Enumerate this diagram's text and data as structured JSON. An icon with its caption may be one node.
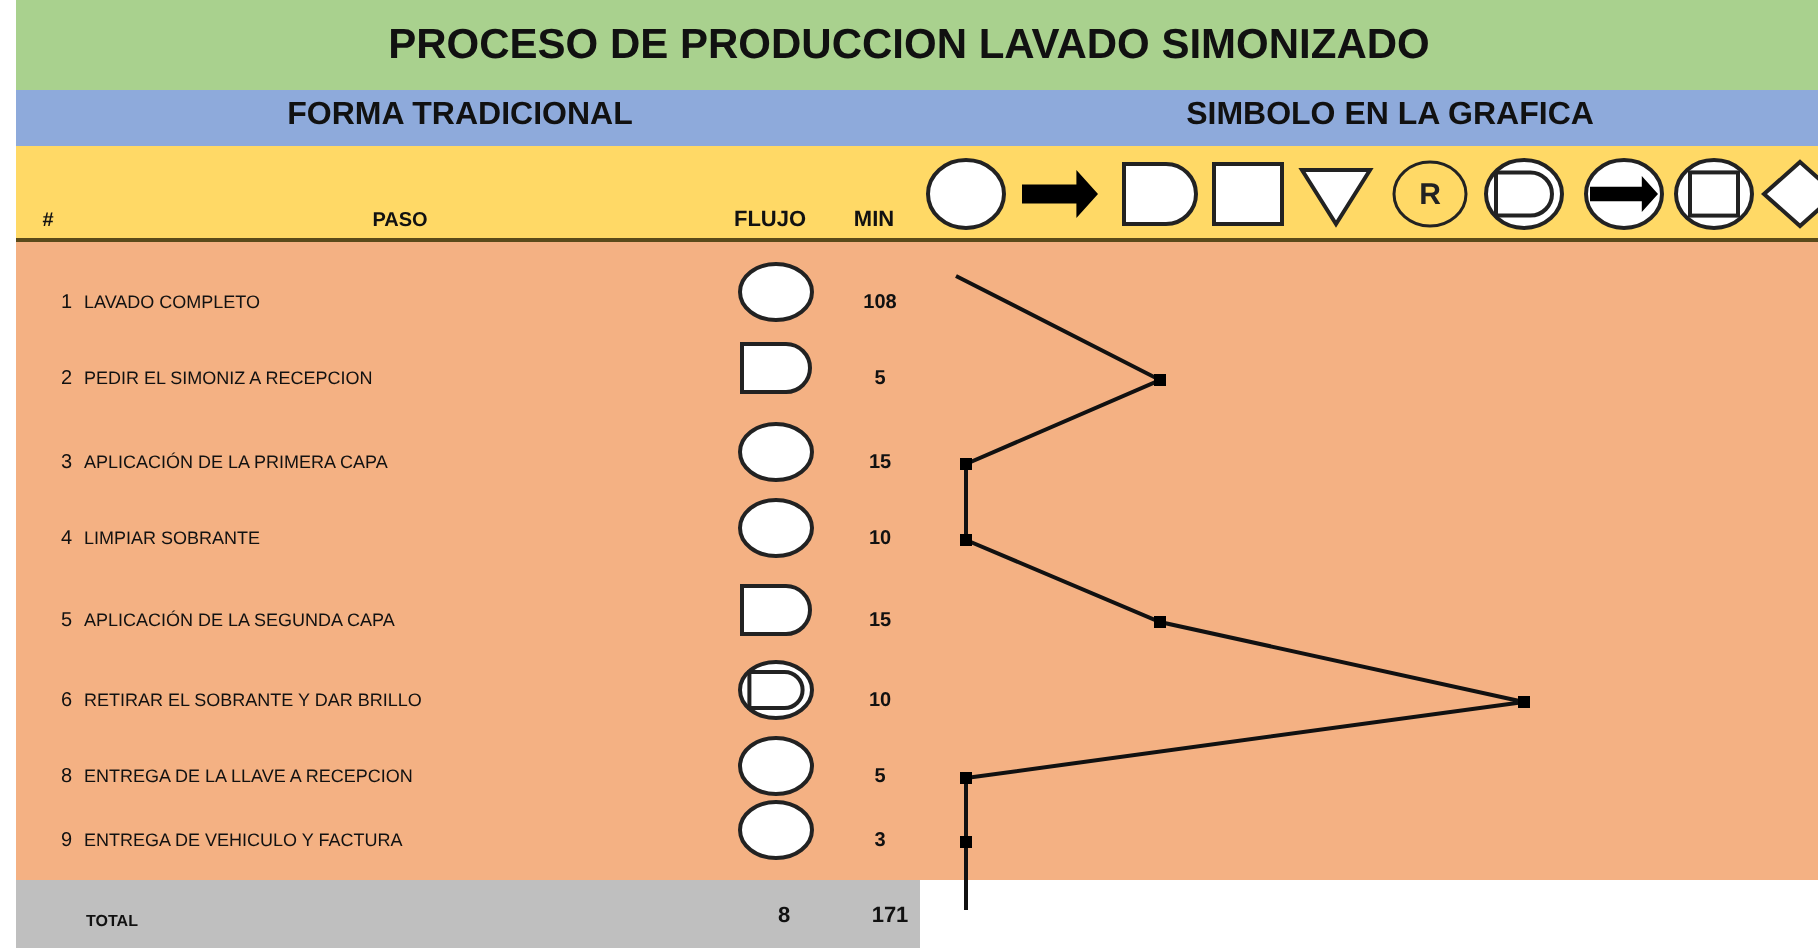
{
  "diagram": {
    "title": "PROCESO DE PRODUCCION LAVADO SIMONIZADO",
    "nodes": [
      {
        "text": [],
        "shape": "circle"
      },
      {
        "text": [],
        "shape": "arrow"
      },
      {
        "text": [],
        "shape": "delay"
      },
      {
        "text": [],
        "shape": "box"
      },
      {
        "text": [],
        "shape": "triangle"
      },
      {
        "text": [
          "R"
        ]
      },
      {
        "text": [],
        "shape": "delay-circle"
      },
      {
        "text": [],
        "shape": "arrow-circle"
      },
      {
        "text": [],
        "shape": "box-circle"
      },
      {
        "text": [],
        "shape": "diamond"
      },
      {
        "text": [],
        "shape": "circle"
      },
      {
        "text": [],
        "shape": "delay"
      },
      {
        "text": [],
        "shape": "circle"
      },
      {
        "text": [],
        "shape": "circle"
      },
      {
        "text": [],
        "shape": "delay"
      },
      {
        "text": [],
        "shape": "delay-circle"
      },
      {
        "text": [],
        "shape": "circle"
      },
      {
        "text": [],
        "shape": "circle"
      }
    ],
    "labels": [
      "FORMA TRADICIONAL",
      "SIMBOLO EN LA GRAFICA",
      "#",
      "PASO",
      "FLUJO",
      "MIN",
      "1",
      "LAVADO COMPLETO",
      "108",
      "2",
      "PEDIR EL SIMONIZ A RECEPCION",
      "5",
      "3",
      "APLICACIÓN DE LA PRIMERA CAPA",
      "15",
      "4",
      "LIMPIAR SOBRANTE",
      "10",
      "5",
      "APLICACIÓN DE LA SEGUNDA CAPA",
      "15",
      "6",
      "RETIRAR EL SOBRANTE Y DAR BRILLO",
      "10",
      "8",
      "ENTREGA DE LA LLAVE A RECEPCION",
      "5",
      "9",
      "ENTREGA DE VEHICULO Y FACTURA",
      "3",
      "TOTAL",
      "8",
      "171"
    ]
  }
}
